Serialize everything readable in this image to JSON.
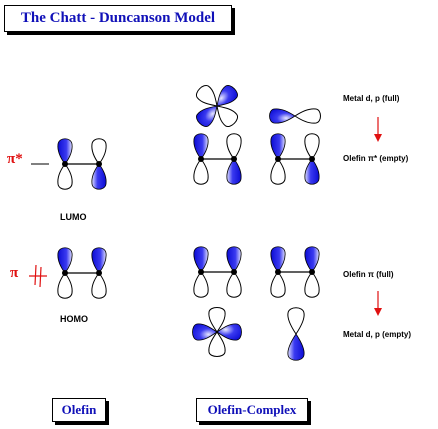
{
  "title": "The Chatt - Duncanson Model",
  "olefin_column_label": "Olefin",
  "complex_column_label": "Olefin-Complex",
  "pi_star_label": "π*",
  "pi_label": "π",
  "lumo_label": "LUMO",
  "homo_label": "HOMO",
  "upper_right": {
    "top_text": "Metal d, p (full)",
    "bottom_text": "Olefin π* (empty)"
  },
  "lower_right": {
    "top_text": "Olefin π (full)",
    "bottom_text": "Metal d, p (empty)"
  },
  "colors": {
    "lobe_blue": "#1a1ae6",
    "label_red": "#e01010",
    "title_blue": "#1010b8",
    "outline": "#000000"
  }
}
